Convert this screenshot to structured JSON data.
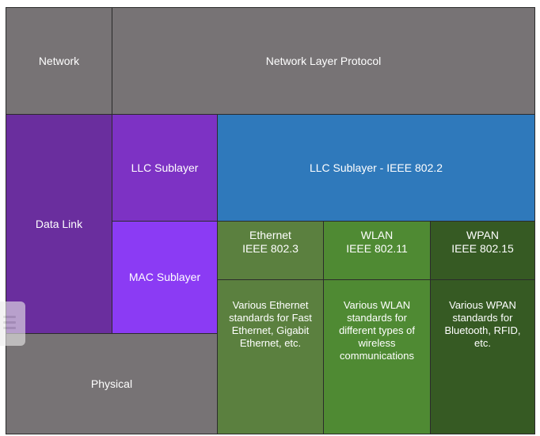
{
  "diagram": {
    "network": {
      "label": "Network",
      "protocol": "Network Layer Protocol"
    },
    "data_link": {
      "label": "Data Link",
      "llc_sublayer": "LLC Sublayer",
      "llc_standard": "LLC Sublayer - IEEE 802.2",
      "mac_sublayer": "MAC Sublayer"
    },
    "physical": {
      "label": "Physical"
    },
    "technologies": [
      {
        "name": "Ethernet\nIEEE 802.3",
        "description": "Various Ethernet\nstandards for Fast\nEthernet, Gigabit\nEthernet, etc."
      },
      {
        "name": "WLAN\nIEEE 802.11",
        "description": "Various WLAN\nstandards for\ndifferent types of\nwireless\ncommunications"
      },
      {
        "name": "WPAN\nIEEE 802.15",
        "description": "Various WPAN\nstandards for\nBluetooth, RFID,\netc."
      }
    ],
    "colors": {
      "gray": "#777375",
      "data_link_purple": "#6a2e9e",
      "llc_violet": "#7d32c4",
      "mac_violet": "#8b3bf4",
      "llc_blue": "#2f79bb",
      "ethernet_green": "#5b803f",
      "wlan_green": "#4f8a33",
      "wpan_green": "#365a23"
    }
  }
}
